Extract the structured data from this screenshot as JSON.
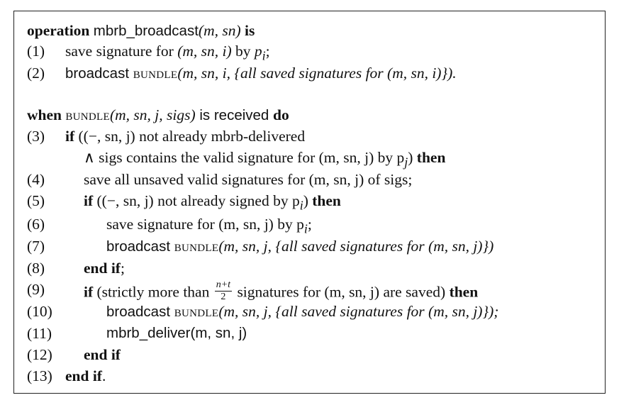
{
  "algorithm": {
    "header": {
      "kw_operation": "operation",
      "op_name": "mbrb_broadcast",
      "op_args": "(m, sn)",
      "kw_is": "is"
    },
    "op_lines": [
      {
        "num": "(1)",
        "a": "save signature for ",
        "b": "(m, sn, i)",
        "c": " by ",
        "d": "p",
        "sub": "i",
        "e": ";"
      },
      {
        "num": "(2)",
        "a": "broadcast ",
        "b": "bundle",
        "c": "(m, sn, i, {all saved signatures for (m, sn, i)})."
      }
    ],
    "when": {
      "kw_when": "when",
      "msg": "bundle",
      "args": "(m, sn, j, sigs)",
      "received": " is received ",
      "kw_do": "do"
    },
    "lines": {
      "l3_num": "(3)",
      "l3_if": "if",
      "l3_text": "((−, sn, j) not already mbrb-delivered",
      "l3b_text": "∧ sigs contains the valid signature for (m, sn, j) by p",
      "l3b_sub": "j",
      "l3b_close": ")",
      "l3b_then": "then",
      "l4_num": "(4)",
      "l4_text": "save all unsaved valid signatures for (m, sn, j) of sigs;",
      "l5_num": "(5)",
      "l5_if": "if",
      "l5_text": "((−, sn, j) not already signed by p",
      "l5_sub": "i",
      "l5_close": ")",
      "l5_then": "then",
      "l6_num": "(6)",
      "l6_text": "save signature for (m, sn, j) by p",
      "l6_sub": "i",
      "l6_end": ";",
      "l7_num": "(7)",
      "l7_a": "broadcast ",
      "l7_b": "bundle",
      "l7_c": "(m, sn, j, {all saved signatures for (m, sn, j)})",
      "l8_num": "(8)",
      "l8_kw": "end if",
      "l8_end": ";",
      "l9_num": "(9)",
      "l9_if": "if",
      "l9_a": "(strictly more than ",
      "l9_frac_n": "n+t",
      "l9_frac_d": "2",
      "l9_b": " signatures for (m, sn, j) are saved)",
      "l9_then": "then",
      "l10_num": "(10)",
      "l10_a": "broadcast ",
      "l10_b": "bundle",
      "l10_c": "(m, sn, j, {all saved signatures for (m, sn, j)});",
      "l11_num": "(11)",
      "l11_text": "mbrb_deliver(m, sn, j)",
      "l12_num": "(12)",
      "l12_kw": "end if",
      "l13_num": "(13)",
      "l13_kw": "end if",
      "l13_end": "."
    }
  }
}
